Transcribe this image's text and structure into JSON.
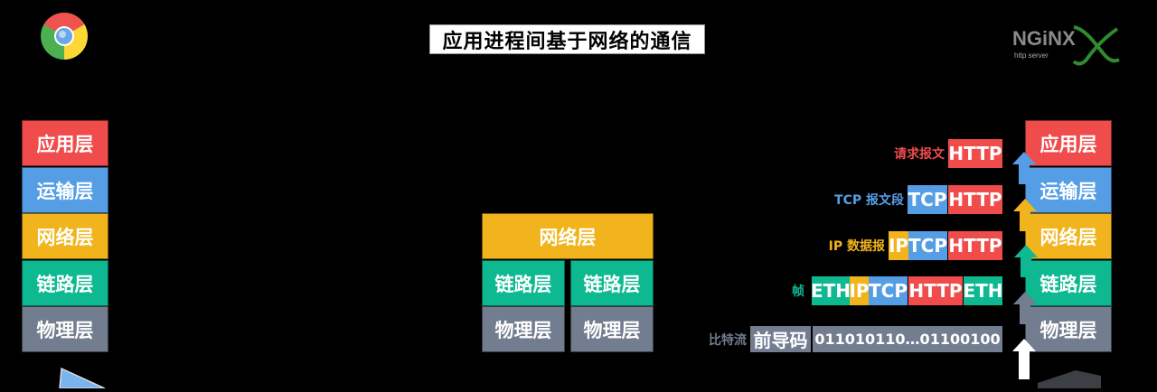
{
  "title": "应用进程间基于网络的通信",
  "logos": {
    "left": "chrome-logo",
    "right_main": "NGiNX",
    "right_sub": "http server"
  },
  "left_stack": [
    "应用层",
    "运输层",
    "网络层",
    "链路层",
    "物理层"
  ],
  "router": {
    "top": "网络层",
    "left": [
      "链路层",
      "物理层"
    ],
    "right": [
      "链路层",
      "物理层"
    ]
  },
  "right_stack": [
    "应用层",
    "运输层",
    "网络层",
    "链路层",
    "物理层"
  ],
  "encapsulation": {
    "app": {
      "label": "请求报文",
      "segments": [
        "HTTP"
      ]
    },
    "transport": {
      "label": "TCP 报文段",
      "segments": [
        "TCP",
        "HTTP"
      ]
    },
    "network": {
      "label": "IP 数据报",
      "segments": [
        "IP",
        "TCP",
        "HTTP"
      ]
    },
    "link": {
      "label": "帧",
      "segments": [
        "ETH",
        "IP",
        "TCP",
        "HTTP",
        "ETH"
      ]
    },
    "physical": {
      "label": "比特流",
      "segments": [
        "前导码",
        "011010110…01100100"
      ]
    }
  },
  "colors": {
    "application": "#f04c4c",
    "transport": "#559ee6",
    "network": "#f2b41c",
    "link": "#0eb991",
    "physical": "#727d8f"
  }
}
